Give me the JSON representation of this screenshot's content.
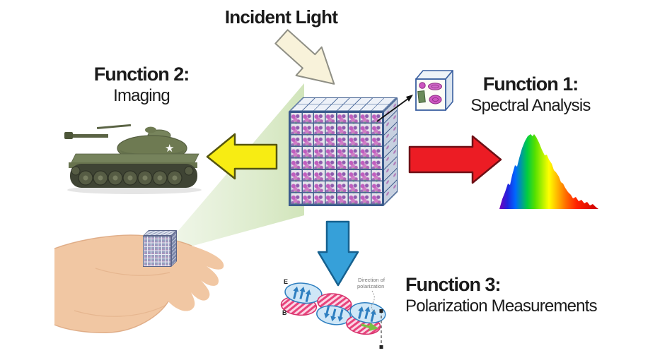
{
  "figure": {
    "incident_light_label": "Incident Light",
    "functions": [
      {
        "title": "Function 1:",
        "subtitle": "Spectral Analysis"
      },
      {
        "title": "Function 2:",
        "subtitle": "Imaging"
      },
      {
        "title": "Function 3:",
        "subtitle": "Polarization Measurements"
      }
    ],
    "polarization": {
      "direction_line1": "Direction of",
      "direction_line2": "polarization",
      "e_label": "E",
      "b_label": "B"
    },
    "tank_star": "★",
    "colors": {
      "incident_arrow": "#f8f2da",
      "imaging_arrow": "#f7ec13",
      "spectral_arrow": "#ec1c24",
      "polarization_arrow": "#36a0d9",
      "projection_beam": "#cfe3b4",
      "spectrum_stops": [
        "#7700bb",
        "#2222dd",
        "#0066ff",
        "#00cc44",
        "#55e000",
        "#ffff00",
        "#ffaa00",
        "#ff6600",
        "#ff2200",
        "#cc0000"
      ]
    }
  }
}
